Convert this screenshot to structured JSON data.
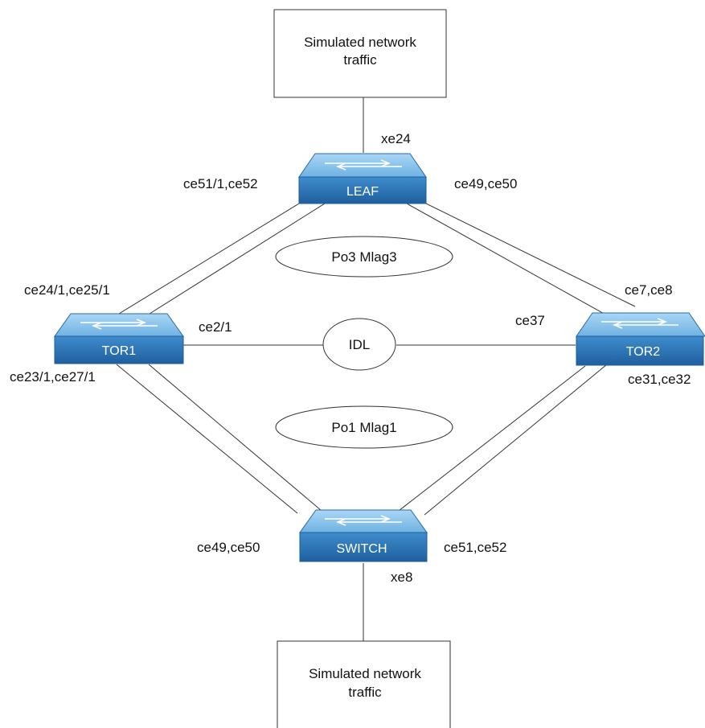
{
  "nodes": {
    "traffic_top": {
      "line1": "Simulated network",
      "line2": "traffic"
    },
    "traffic_bottom": {
      "line1": "Simulated network",
      "line2": "traffic"
    },
    "leaf": "LEAF",
    "tor1": "TOR1",
    "tor2": "TOR2",
    "switch": "SWITCH",
    "idl": "IDL",
    "po3": "Po3 Mlag3",
    "po1": "Po1 Mlag1"
  },
  "ports": {
    "leaf_top": "xe24",
    "leaf_left": "ce51/1,ce52",
    "leaf_right": "ce49,ce50",
    "tor1_top": "ce24/1,ce25/1",
    "tor1_right": "ce2/1",
    "tor1_bottom": "ce23/1,ce27/1",
    "tor2_left": "ce37",
    "tor2_top": "ce7,ce8",
    "tor2_bottom": "ce31,ce32",
    "switch_left": "ce49,ce50",
    "switch_right": "ce51,ce52",
    "switch_bottom": "xe8"
  },
  "colors": {
    "switch_top": "#8fc6ec",
    "switch_front": "#2f78b8",
    "switch_side": "#1d5e99",
    "line": "#333333"
  }
}
